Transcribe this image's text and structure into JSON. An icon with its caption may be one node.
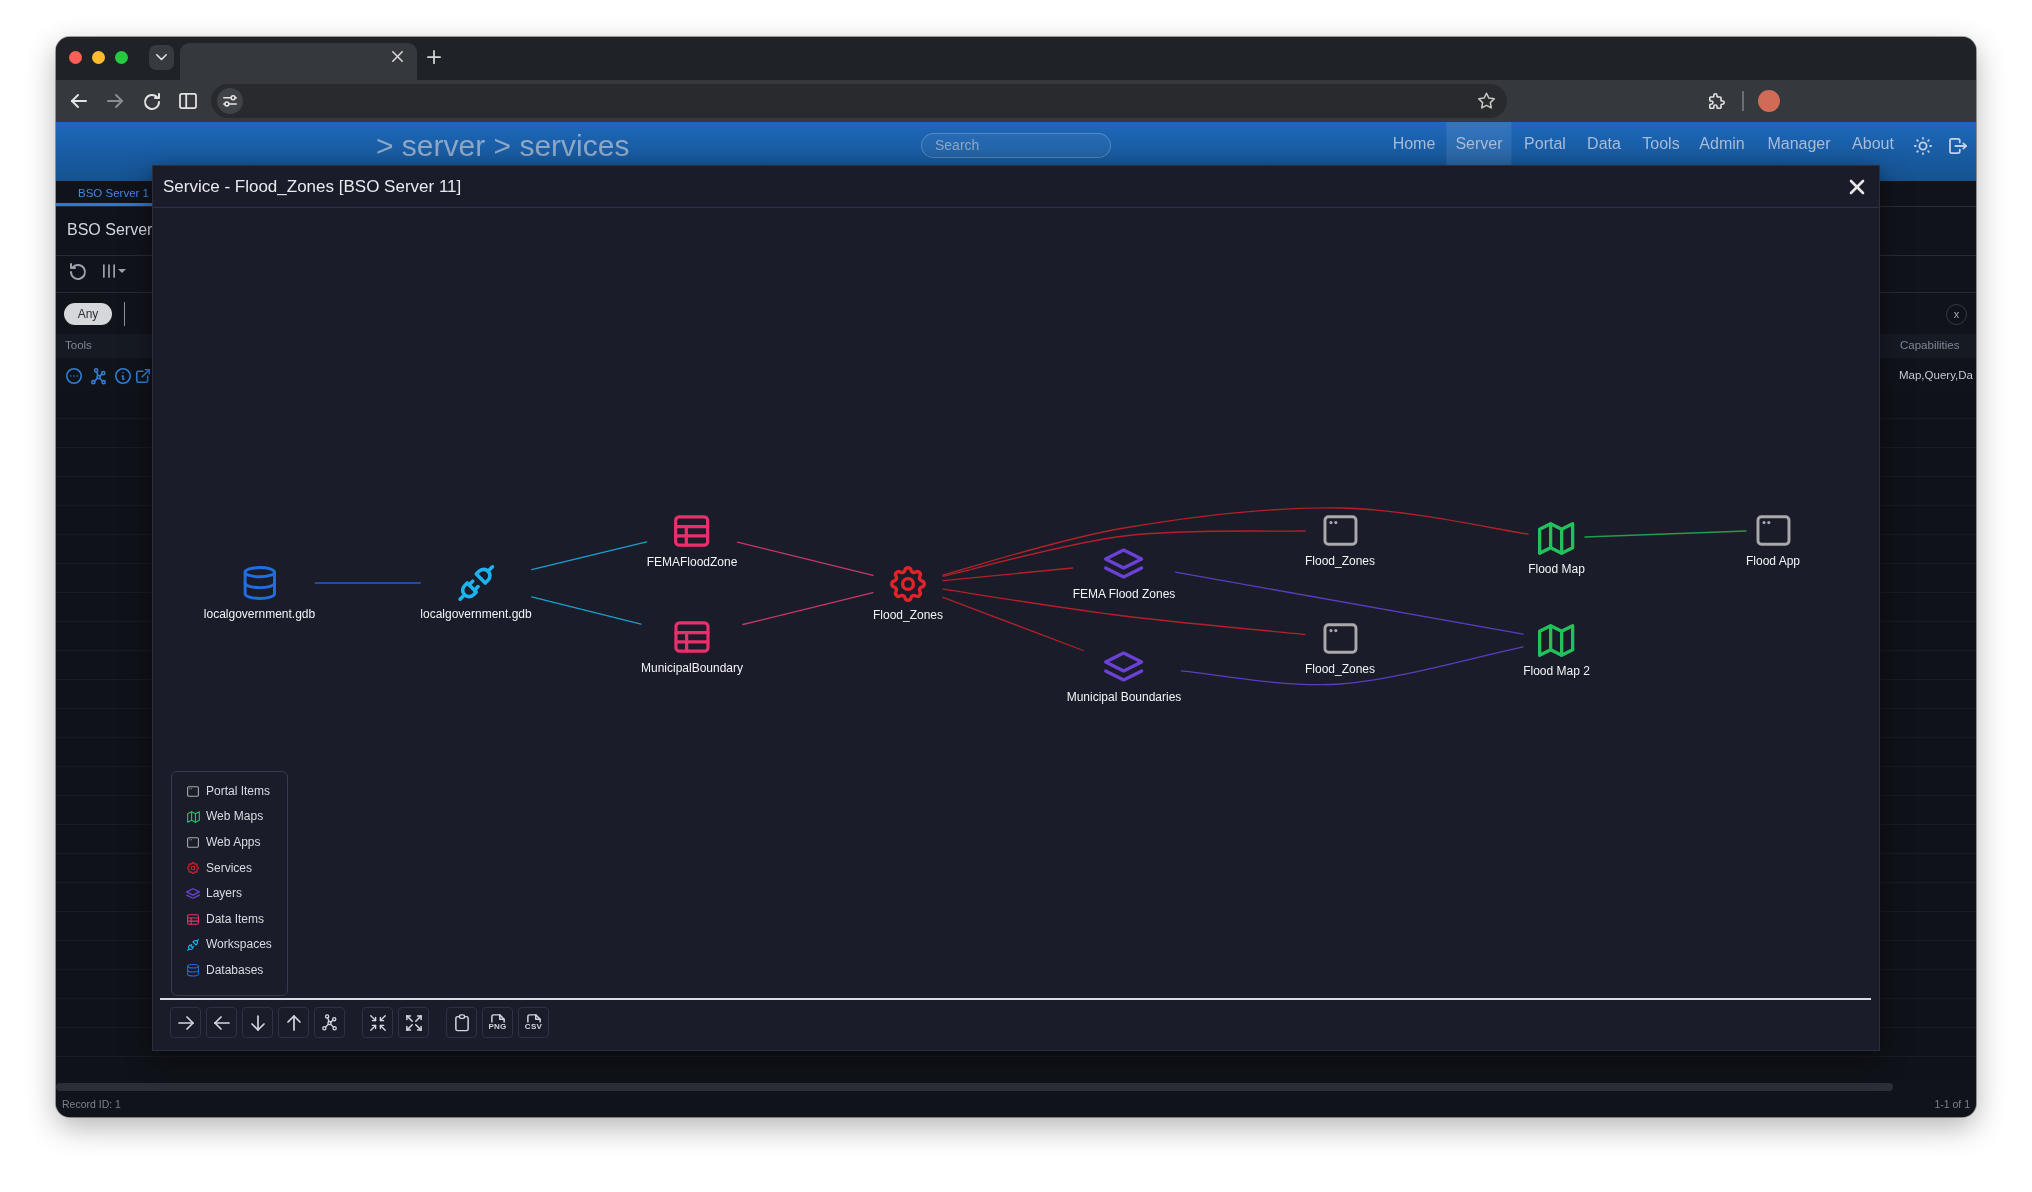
{
  "diagram": {
    "title": "Service - Flood_Zones [BSO Server 11]",
    "nodes": [
      {
        "text": [
          "localgovernment.gdb"
        ]
      },
      {
        "text": [
          "localgovernment.gdb"
        ]
      },
      {
        "text": [
          "FEMAFloodZone"
        ]
      },
      {
        "text": [
          "MunicipalBoundary"
        ]
      },
      {
        "text": [
          "Flood_Zones"
        ]
      },
      {
        "text": [
          "FEMA Flood Zones"
        ]
      },
      {
        "text": [
          "Municipal Boundaries"
        ]
      },
      {
        "text": [
          "Flood_Zones"
        ]
      },
      {
        "text": [
          "Flood_Zones"
        ]
      },
      {
        "text": [
          "Flood Map"
        ]
      },
      {
        "text": [
          "Flood Map 2"
        ]
      },
      {
        "text": [
          "Flood App"
        ]
      }
    ],
    "edges": [
      {
        "from": 0,
        "to": 1,
        "arrow": "none",
        "color": "#1d62c9"
      },
      {
        "from": 1,
        "to": 2,
        "arrow": "none",
        "color": "#1e9dcc"
      },
      {
        "from": 1,
        "to": 3,
        "arrow": "none",
        "color": "#1e9dcc"
      },
      {
        "from": 2,
        "to": 4,
        "arrow": "none",
        "color": "#c8386c"
      },
      {
        "from": 3,
        "to": 4,
        "arrow": "none",
        "color": "#c8386c"
      },
      {
        "from": 4,
        "to": 7,
        "arrow": "none"
      },
      {
        "from": 4,
        "to": 5,
        "arrow": "none"
      },
      {
        "from": 4,
        "to": 9,
        "arrow": "none"
      },
      {
        "from": 4,
        "to": 8,
        "arrow": "none"
      },
      {
        "from": 4,
        "to": 6,
        "arrow": "none"
      },
      {
        "from": 5,
        "to": 10,
        "arrow": "none",
        "color": "#5b3cc0"
      },
      {
        "from": 6,
        "to": 10,
        "arrow": "none",
        "color": "#5b3cc0"
      },
      {
        "from": 9,
        "to": 11,
        "arrow": "none",
        "color": "#1f9e4f"
      }
    ],
    "labels": [
      "> server > services",
      "Search",
      "Home",
      "Server",
      "Portal",
      "Data",
      "Tools",
      "Admin",
      "Manager",
      "About",
      "BSO Server 1",
      "BSO Server",
      "Any",
      "x",
      "Tools",
      "Capabilities",
      "Map,Query,Da",
      "PNG",
      "CSV",
      "Record ID: 1",
      "1-1 of 1"
    ],
    "legend": [
      {
        "text": "Portal Items"
      },
      {
        "text": "Web Maps"
      },
      {
        "text": "Web Apps"
      },
      {
        "text": "Services"
      },
      {
        "text": "Layers"
      },
      {
        "text": "Data Items"
      },
      {
        "text": "Workspaces"
      },
      {
        "text": "Databases"
      }
    ]
  }
}
